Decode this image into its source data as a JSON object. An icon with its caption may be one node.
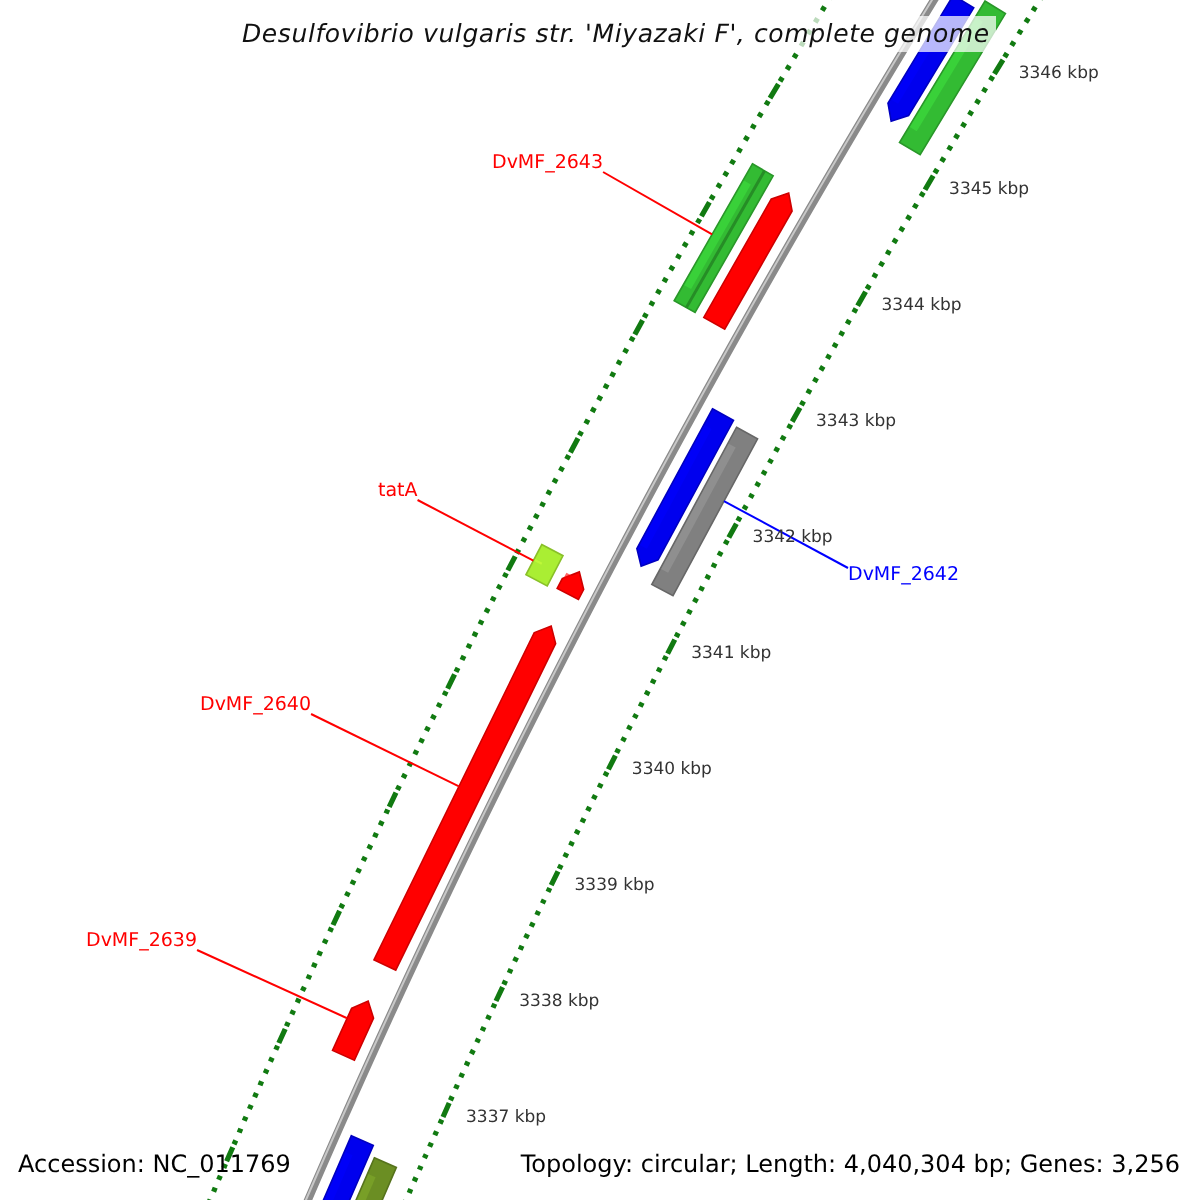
{
  "diagram": {
    "title": "Desulfovibrio vulgaris str. 'Miyazaki F', complete genome",
    "nodes": [
      {
        "text": [],
        "shape": "bar"
      },
      {
        "text": [],
        "shape": "bar"
      },
      {
        "text": [
          "DvMF_2643"
        ]
      },
      {
        "text": [],
        "shape": "bar"
      },
      {
        "text": [],
        "shape": "bar"
      },
      {
        "text": [],
        "shape": "bar"
      },
      {
        "text": [],
        "shape": "bar"
      },
      {
        "text": [
          "tatA"
        ]
      },
      {
        "text": [],
        "shape": "bar"
      },
      {
        "text": [],
        "shape": "bar"
      },
      {
        "text": [
          "DvMF_2642"
        ]
      },
      {
        "text": [
          "DvMF_2640"
        ]
      },
      {
        "text": [],
        "shape": "bar"
      },
      {
        "text": [
          "DvMF_2639"
        ]
      },
      {
        "text": [],
        "shape": "bar"
      },
      {
        "text": [],
        "shape": "bar"
      },
      {
        "text": [],
        "shape": "bar"
      }
    ],
    "edges": [
      {
        "from": 2,
        "to": 3,
        "arrow": "none"
      },
      {
        "from": 7,
        "to": 8,
        "arrow": "none"
      },
      {
        "from": 10,
        "to": 6,
        "arrow": "none",
        "color": "#0000ff"
      },
      {
        "from": 11,
        "to": 12,
        "arrow": "none"
      },
      {
        "from": 13,
        "to": 14,
        "arrow": "none"
      }
    ],
    "labels": [
      "3346 kbp",
      "3345 kbp",
      "3344 kbp",
      "3343 kbp",
      "3342 kbp",
      "3341 kbp",
      "3340 kbp",
      "3339 kbp",
      "3338 kbp",
      "3337 kbp",
      "Accession: NC_011769",
      "Topology: circular; Length: 4,040,304 bp; Genes: 3,256"
    ]
  }
}
